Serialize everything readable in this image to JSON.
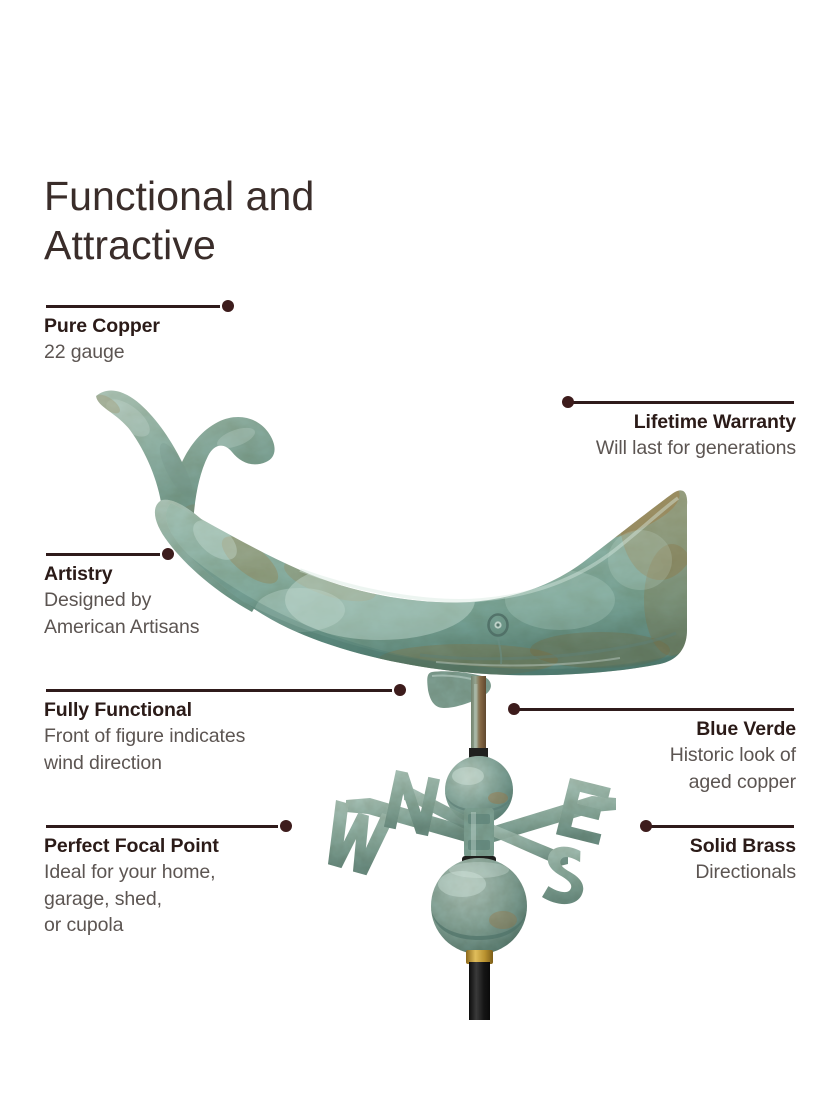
{
  "page": {
    "background_color": "#ffffff",
    "title": "Functional and\nAttractive",
    "accent_color": "#3d1c1c",
    "heading_color": "#2b1b18",
    "body_text_color": "#5c5552"
  },
  "callouts": [
    {
      "id": "pure-copper",
      "side": "left",
      "heading": "Pure Copper",
      "body": "22 gauge"
    },
    {
      "id": "lifetime-warranty",
      "side": "right",
      "heading": "Lifetime Warranty",
      "body": "Will last for generations"
    },
    {
      "id": "artistry",
      "side": "left",
      "heading": "Artistry",
      "body": "Designed by\nAmerican Artisans"
    },
    {
      "id": "fully-functional",
      "side": "left",
      "heading": "Fully Functional",
      "body": "Front of figure indicates\nwind direction"
    },
    {
      "id": "blue-verde",
      "side": "right",
      "heading": "Blue Verde",
      "body": "Historic look of\naged copper"
    },
    {
      "id": "perfect-focal-point",
      "side": "left",
      "heading": "Perfect Focal Point",
      "body": "Ideal for your home,\ngarage, shed,\nor cupola"
    },
    {
      "id": "solid-brass",
      "side": "right",
      "heading": "Solid Brass",
      "body": "Directionals"
    }
  ],
  "product": {
    "name": "whale-weathervane",
    "figure": "sperm-whale",
    "finish_colors": {
      "patina_light": "#bcd6cd",
      "patina_mid": "#8fb7ac",
      "patina_deep": "#6f9c92",
      "patina_shadow": "#4f7d74",
      "copper_rust": "#a5763f",
      "copper_rust_dark": "#7d5428",
      "brass": "#caa038",
      "rod_black": "#1c1c1c"
    },
    "directionals": [
      {
        "label": "W",
        "position": "west"
      },
      {
        "label": "N",
        "position": "north"
      },
      {
        "label": "S",
        "position": "south"
      },
      {
        "label": "E",
        "position": "east"
      }
    ]
  }
}
